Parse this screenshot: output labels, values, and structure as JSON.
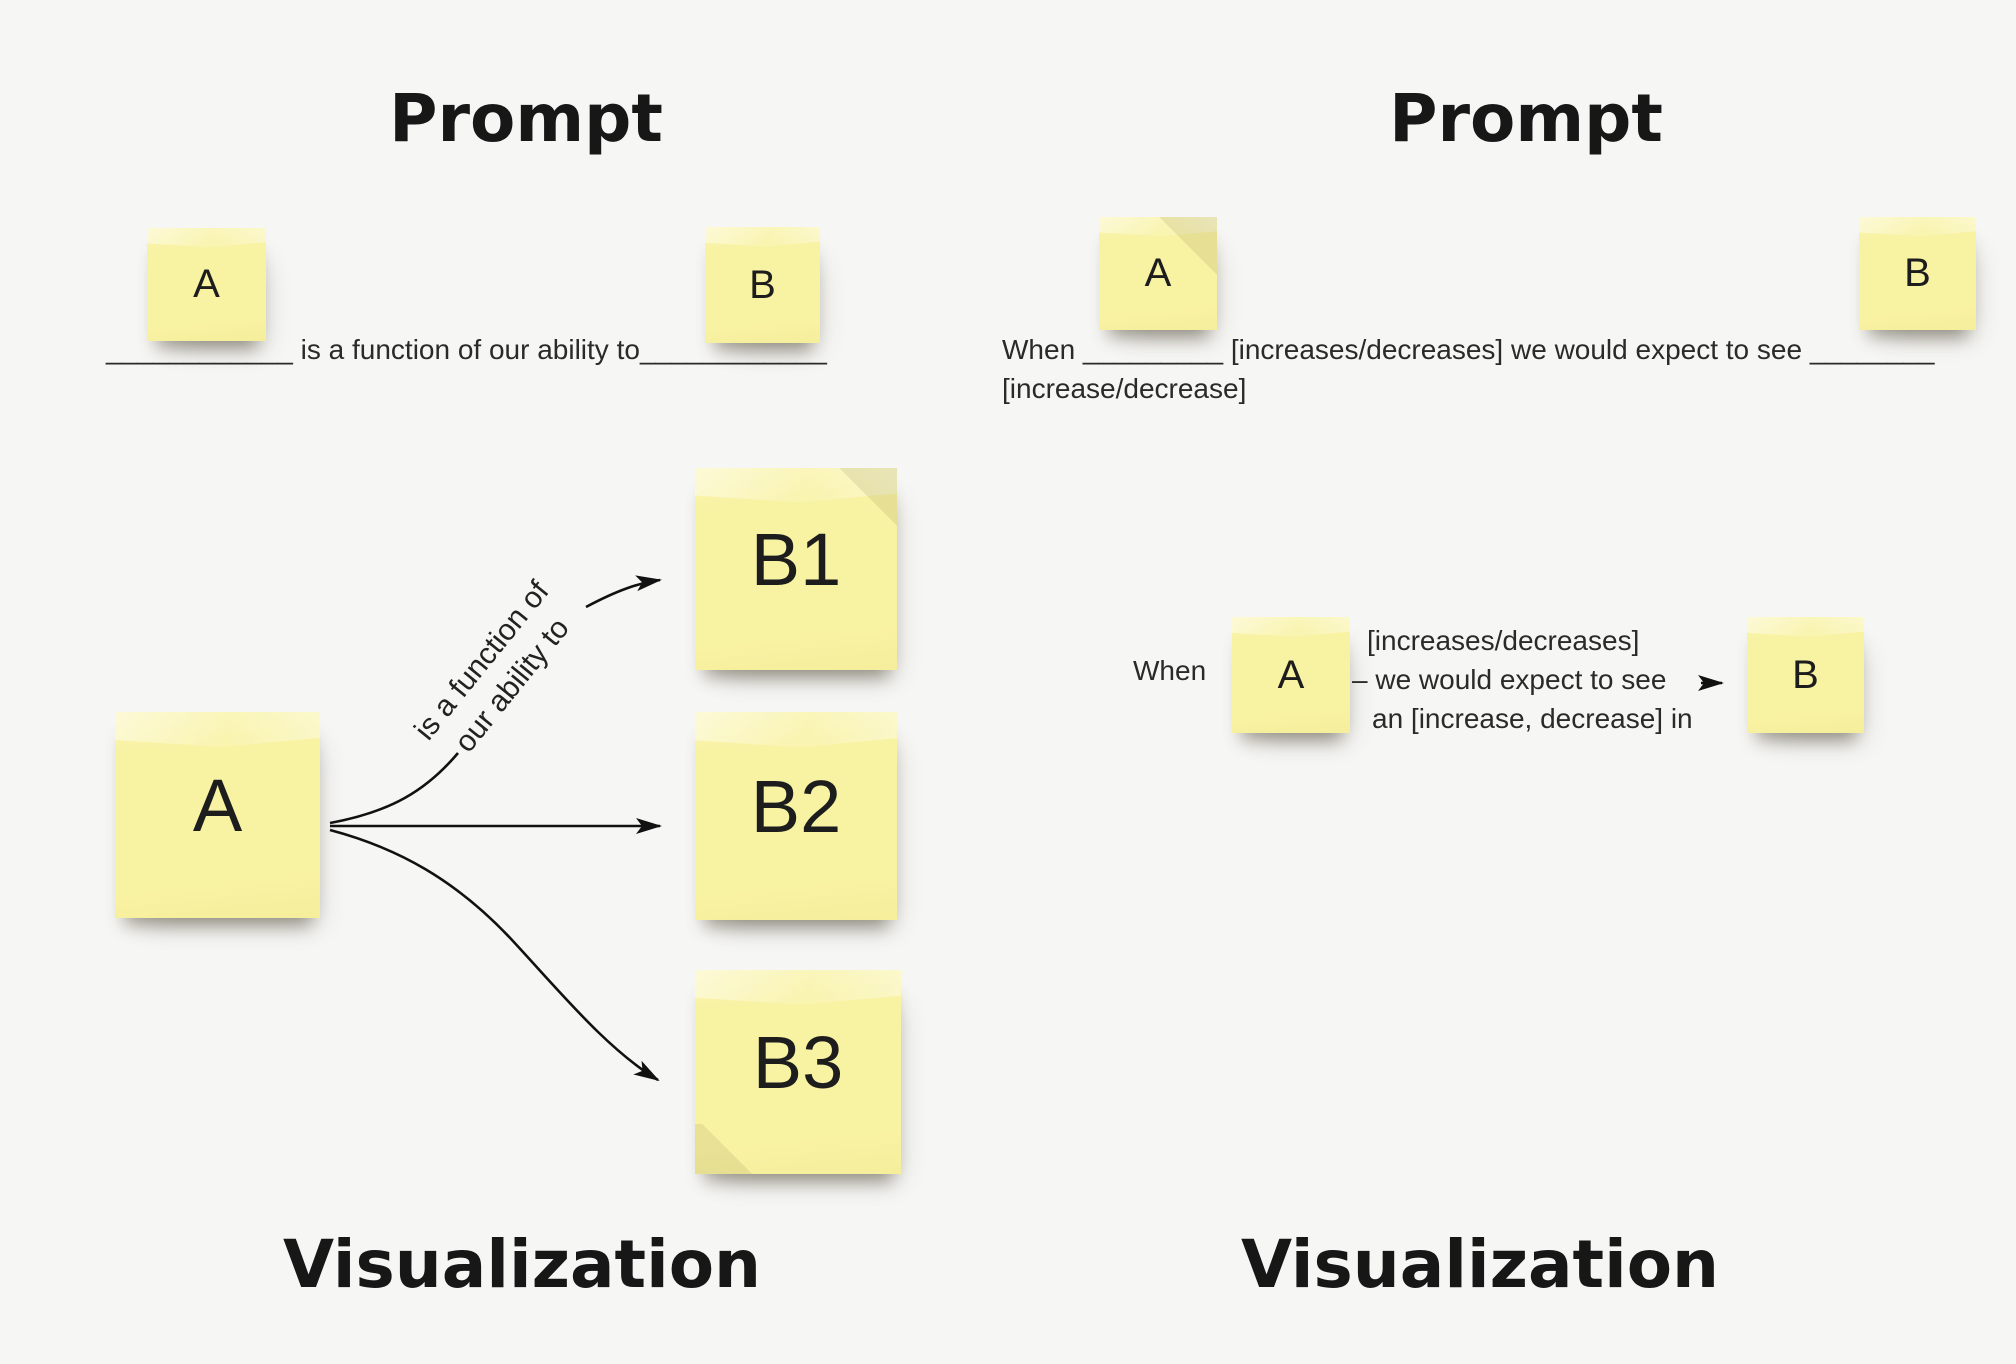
{
  "colors": {
    "background": "#F6F6F4",
    "note_yellow": "#F8F2A3",
    "note_highlight": "#FBF7C2",
    "ink": "#1D1D1D",
    "arrow": "#111111"
  },
  "left_panel": {
    "prompt_heading": "Prompt",
    "prompt": {
      "note_a": "A",
      "note_b": "B",
      "sentence": "____________ is a function of our ability to____________"
    },
    "visualization": {
      "note_a": "A",
      "b_notes": [
        "B1",
        "B2",
        "B3"
      ],
      "arrow_label_line1": "is a function of",
      "arrow_label_line2": "our ability to"
    },
    "visualization_heading": "Visualization"
  },
  "right_panel": {
    "prompt_heading": "Prompt",
    "prompt": {
      "note_a": "A",
      "note_b": "B",
      "sentence_line1": "When _________ [increases/decreases] we would expect to see ________",
      "sentence_line2": "[increase/decrease]"
    },
    "visualization": {
      "when_label": "When",
      "note_a": "A",
      "lines": [
        "[increases/decreases]",
        "– we would expect to see",
        "an [increase, decrease] in"
      ],
      "note_b": "B"
    },
    "visualization_heading": "Visualization"
  }
}
